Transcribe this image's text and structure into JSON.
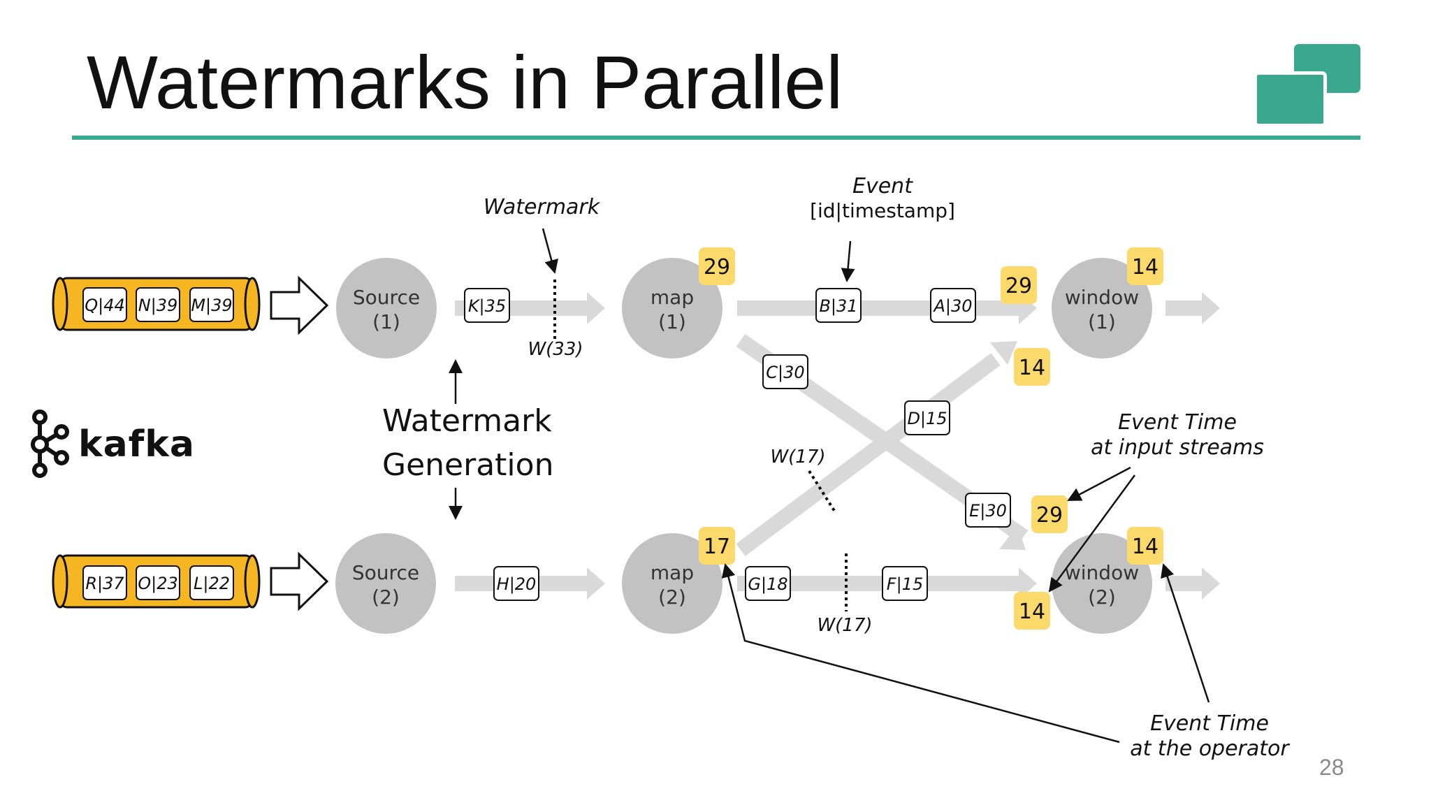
{
  "slide": {
    "title": "Watermarks in Parallel",
    "page_number": "28",
    "accent_color": "#3aa88f"
  },
  "kafka": {
    "label": "kafka",
    "partition_1": [
      "Q|44",
      "N|39",
      "M|39"
    ],
    "partition_2": [
      "R|37",
      "O|23",
      "L|22"
    ],
    "queue_color": "#f5b622"
  },
  "nodes": {
    "source_1": [
      "Source",
      "(1)"
    ],
    "source_2": [
      "Source",
      "(2)"
    ],
    "map_1": [
      "map",
      "(1)"
    ],
    "map_2": [
      "map",
      "(2)"
    ],
    "window_1": [
      "window",
      "(1)"
    ],
    "window_2": [
      "window",
      "(2)"
    ]
  },
  "events": {
    "k35": "K|35",
    "h20": "H|20",
    "b31": "B|31",
    "a30": "A|30",
    "c30": "C|30",
    "d15": "D|15",
    "e30": "E|30",
    "g18": "G|18",
    "f15": "F|15"
  },
  "watermarks": {
    "w33": "W(33)",
    "w17_cross": "W(17)",
    "w17_bottom": "W(17)"
  },
  "event_time_badges": {
    "map1": "29",
    "map2": "17",
    "window1_operator": "14",
    "window1_input_top": "29",
    "window1_input_cross": "14",
    "window2_operator": "14",
    "window2_input_cross": "29",
    "window2_input_bottom": "14",
    "badge_color": "#fbd96a"
  },
  "annotations": {
    "watermark": "Watermark",
    "event_line1": "Event",
    "event_line2": "[id|timestamp]",
    "watermark_generation_line1": "Watermark",
    "watermark_generation_line2": "Generation",
    "event_time_input_line1": "Event Time",
    "event_time_input_line2": "at input streams",
    "event_time_operator_line1": "Event Time",
    "event_time_operator_line2": "at the operator"
  }
}
